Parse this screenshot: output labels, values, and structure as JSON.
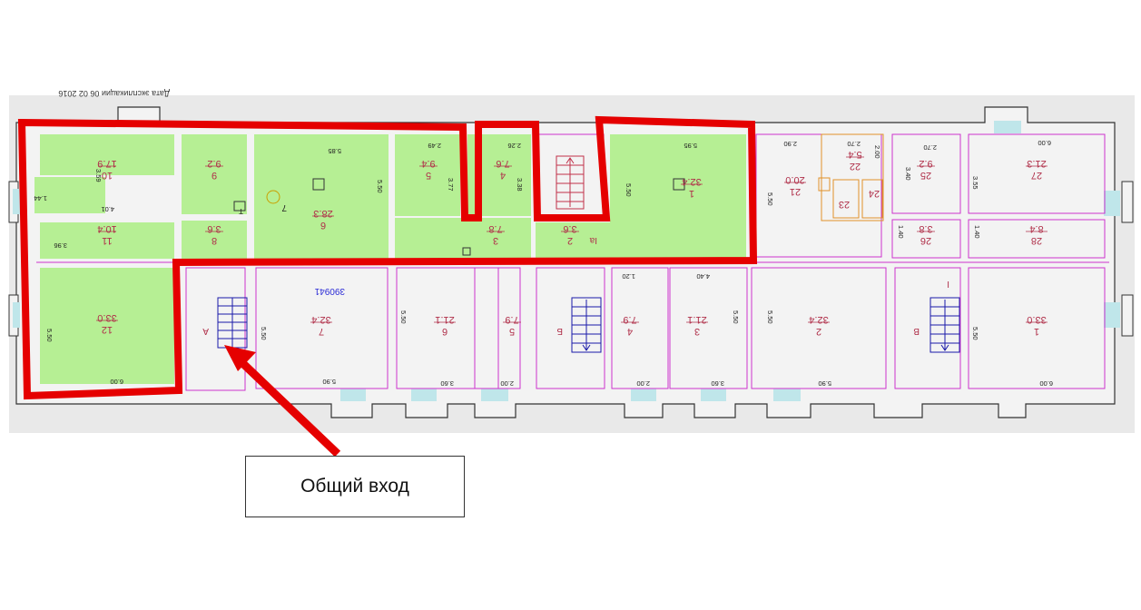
{
  "caption": "Дата экспликации 06 02 2016",
  "stamp": "390941",
  "callout": "Общий вход",
  "colors": {
    "highlight": "#e50000",
    "leased_fill": "#b6ef94",
    "walls": "#cc33cc",
    "stairs": "#1a1aa8",
    "background": "#e9e9e9"
  },
  "rooms": {
    "r10": {
      "num": "10",
      "area": "17.9"
    },
    "r9a": {
      "num": "9",
      "area": "9.2"
    },
    "r11": {
      "num": "11",
      "area": "10.4"
    },
    "r8": {
      "num": "8",
      "area": "3.6"
    },
    "r6a": {
      "num": "6",
      "area": "28.3"
    },
    "r5a": {
      "num": "5",
      "area": "9.4"
    },
    "r4a": {
      "num": "4",
      "area": "7.6"
    },
    "r3a": {
      "num": "3",
      "area": "7.8"
    },
    "r2a": {
      "num": "2",
      "area": "3.6"
    },
    "r1a": {
      "num": "1",
      "area": "32.4"
    },
    "r12": {
      "num": "12",
      "area": "33.0"
    },
    "r21": {
      "num": "21",
      "area": "20.0"
    },
    "r22": {
      "num": "22",
      "area": "5.4"
    },
    "r23": {
      "num": "23",
      "area": ""
    },
    "r24": {
      "num": "24",
      "area": ""
    },
    "r25": {
      "num": "25",
      "area": "9.2"
    },
    "r26": {
      "num": "26",
      "area": "3.8"
    },
    "r27": {
      "num": "27",
      "area": "21.3"
    },
    "r28": {
      "num": "28",
      "area": "8.4"
    },
    "r7b": {
      "num": "7",
      "area": "32.4"
    },
    "r6b": {
      "num": "6",
      "area": "21.1"
    },
    "r5b": {
      "num": "5",
      "area": "7.9"
    },
    "r4b": {
      "num": "4",
      "area": "7.9"
    },
    "r3b": {
      "num": "3",
      "area": "21.1"
    },
    "r2b": {
      "num": "2",
      "area": "32.4"
    },
    "r1b": {
      "num": "1",
      "area": "33.0"
    }
  },
  "stair_labels": {
    "a": "А",
    "b": "Б",
    "v": "В",
    "ia": "Iа",
    "one": "I",
    "seven": "7",
    "toilet": "Т"
  },
  "dims": {
    "d1": "5.85",
    "d2": "5.50",
    "d3": "2.49",
    "d4": "2.26",
    "d5": "3.77",
    "d6": "3.38",
    "d7": "5.95",
    "d8": "5.50",
    "d9": "3.59",
    "d10": "4.01",
    "d11": "1.44",
    "d12": "3.96",
    "d13": "5.50",
    "d14": "6.00",
    "d15": "5.50",
    "d16": "5.90",
    "d17": "5.50",
    "d18": "3.60",
    "d19": "2.00",
    "d20": "1.20",
    "d21": "4.40",
    "d22": "2.00",
    "d23": "3.60",
    "d24": "5.50",
    "d25": "5.50",
    "d26": "5.90",
    "d27": "6.00",
    "d28": "5.50",
    "d29": "2.90",
    "d30": "2.70",
    "d31": "2.00",
    "d32": "2.70",
    "d33": "3.40",
    "d34": "3.55",
    "d35": "6.00",
    "d36": "1.40",
    "d37": "1.40",
    "d38": "5.50"
  }
}
